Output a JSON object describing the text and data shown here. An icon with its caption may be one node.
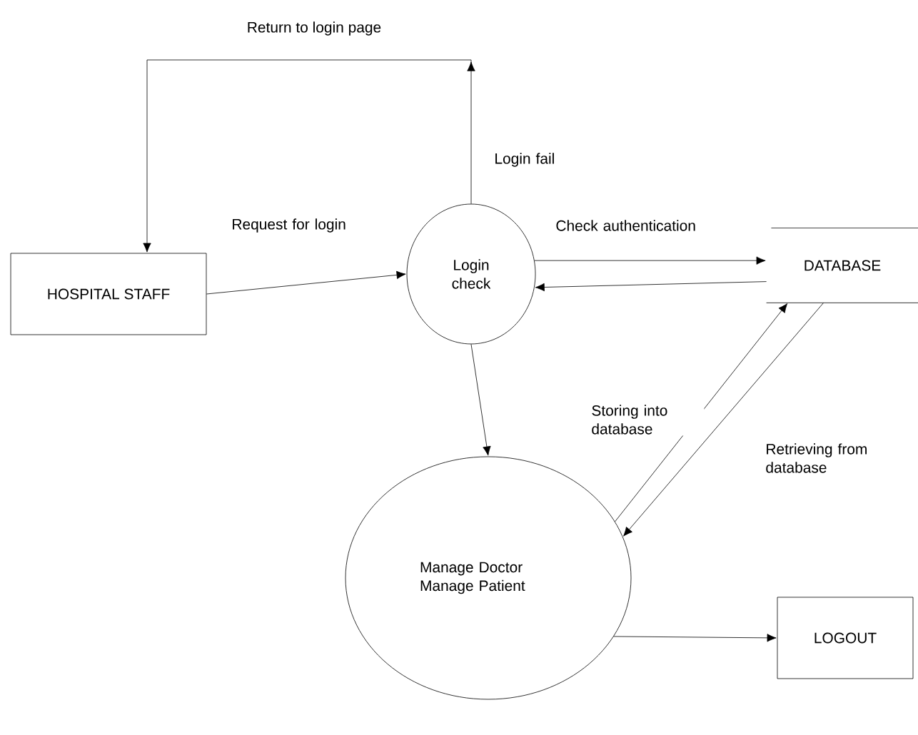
{
  "diagram": {
    "nodes": [
      {
        "text": [
          "HOSPITAL STAFF"
        ]
      },
      {
        "text": [
          "Login check"
        ]
      },
      {
        "text": [
          "DATABASE"
        ]
      },
      {
        "text": [
          "Manage Doctor Manage Patient"
        ]
      },
      {
        "text": [
          "LOGOUT"
        ]
      }
    ],
    "edges": [
      {
        "from": 1,
        "to": 0,
        "arrow": "to",
        "label": "Login fail"
      },
      {
        "from": 0,
        "to": 1,
        "arrow": "to",
        "label": "Request for login"
      },
      {
        "from": 1,
        "to": 2,
        "arrow": "to",
        "label": "Check authentication"
      },
      {
        "from": 2,
        "to": 1,
        "arrow": "to"
      },
      {
        "from": 1,
        "to": 3,
        "arrow": "to"
      },
      {
        "from": 3,
        "to": 2,
        "arrow": "to",
        "label": "Storing into database"
      },
      {
        "from": 2,
        "to": 3,
        "arrow": "to",
        "label": "Retrieving from database"
      },
      {
        "from": 3,
        "to": 4,
        "arrow": "to"
      }
    ],
    "labels": [
      "Return to login page"
    ]
  }
}
